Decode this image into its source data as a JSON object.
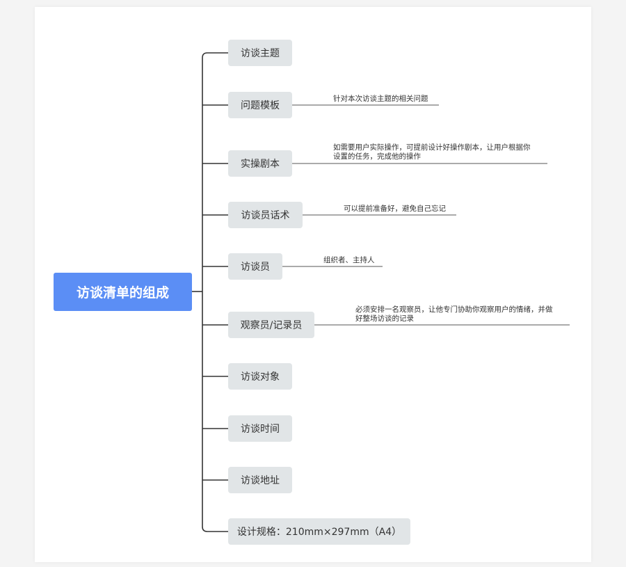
{
  "root": {
    "label": "访谈清单的组成"
  },
  "topics": [
    {
      "label": "访谈主题"
    },
    {
      "label": "问题模板",
      "note": "针对本次访谈主题的相关问题"
    },
    {
      "label": "实操剧本",
      "note": "如需要用户实际操作，可提前设计好操作剧本，让用户根据你\n设置的任务，完成他的操作"
    },
    {
      "label": "访谈员话术",
      "note": "可以提前准备好，避免自己忘记"
    },
    {
      "label": "访谈员",
      "note": "组织者、主持人"
    },
    {
      "label": "观察员/记录员",
      "note": "必须安排一名观察员，让他专门协助你观察用户的情绪，并做\n好整场访谈的记录"
    },
    {
      "label": "访谈对象"
    },
    {
      "label": "访谈时间"
    },
    {
      "label": "访谈地址"
    },
    {
      "label": "设计规格：210mm×297mm（A4）"
    }
  ],
  "colors": {
    "root_fill": "#5b8ef5",
    "topic_fill": "#e1e5e7",
    "connector": "#333333"
  }
}
